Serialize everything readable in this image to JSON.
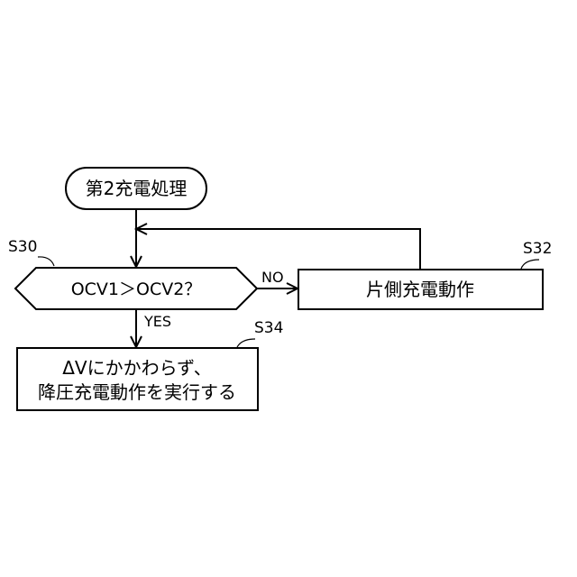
{
  "diagram": {
    "start": {
      "label": "第2充電処理"
    },
    "decision": {
      "label": "OCV1＞OCV2？",
      "step": "S30"
    },
    "branch_yes": {
      "label": "YES"
    },
    "branch_no": {
      "label": "NO"
    },
    "process_no": {
      "label": "片側充電動作",
      "step": "S32"
    },
    "process_yes": {
      "lines": [
        "ΔVにかかわらず、",
        "降圧充電動作を実行する"
      ],
      "step": "S34"
    }
  }
}
